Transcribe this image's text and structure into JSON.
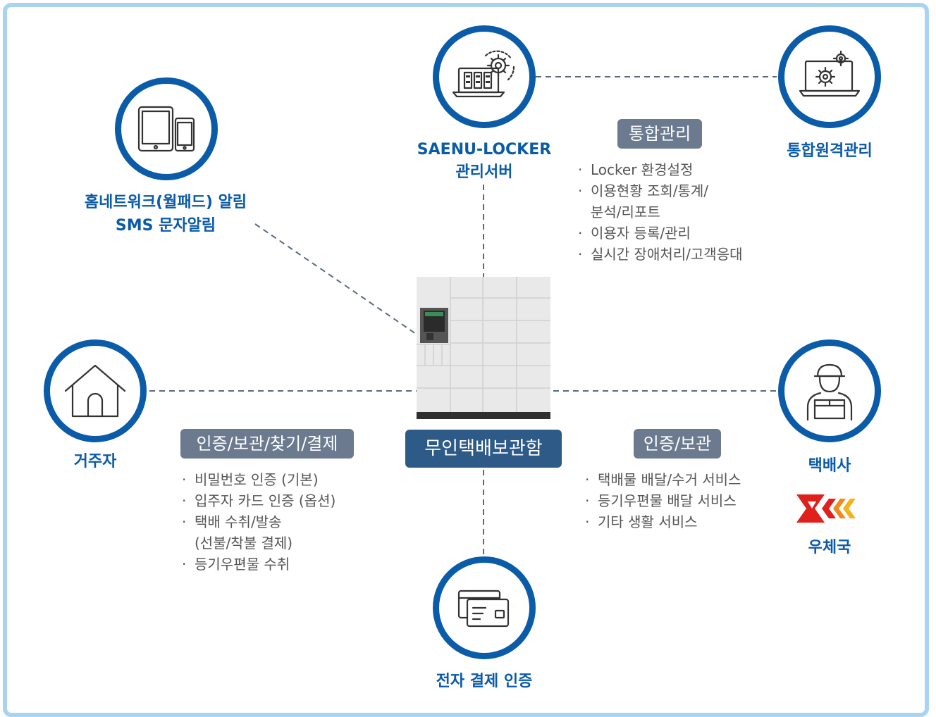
{
  "nodes": {
    "server": {
      "title": "SAENU-LOCKER",
      "subtitle": "관리서버"
    },
    "remote": {
      "title": "통합원격관리"
    },
    "homenet": {
      "line1": "홈네트워크(월패드) 알림",
      "line2": "SMS 문자알림"
    },
    "resident": {
      "title": "거주자"
    },
    "courier": {
      "title": "택배사",
      "post": "우체국"
    },
    "payment": {
      "title": "전자 결제 인증"
    }
  },
  "tags": {
    "integrated": "통합관리",
    "resident": "인증/보관/찾기/결제",
    "main": "무인택배보관함",
    "courier": "인증/보관"
  },
  "lists": {
    "integrated": [
      {
        "text": "Locker 환경설정",
        "bullet": true
      },
      {
        "text": "이용현황 조회/통계/",
        "bullet": true
      },
      {
        "text": "분석/리포트",
        "bullet": false
      },
      {
        "text": "이용자 등록/관리",
        "bullet": true
      },
      {
        "text": "실시간 장애처리/고객응대",
        "bullet": true
      }
    ],
    "resident": [
      {
        "text": "비밀번호 인증 (기본)",
        "bullet": true
      },
      {
        "text": "입주자 카드 인증 (옵션)",
        "bullet": true
      },
      {
        "text": "택배 수취/발송",
        "bullet": true
      },
      {
        "text": "(선불/착불 결제)",
        "bullet": false
      },
      {
        "text": "등기우편물 수취",
        "bullet": true
      }
    ],
    "courier": [
      {
        "text": "택배물 배달/수거 서비스",
        "bullet": true
      },
      {
        "text": "등기우편물 배달 서비스",
        "bullet": true
      },
      {
        "text": "기타 생활 서비스",
        "bullet": true
      }
    ]
  },
  "bullet_char": "·",
  "icons": [
    "laptop-server-icon",
    "laptop-gear-icon",
    "tablet-phone-icon",
    "house-icon",
    "delivery-person-icon",
    "credit-card-icon",
    "post-office-logo"
  ],
  "colors": {
    "accent": "#0a5ba8",
    "frame": "#a9d4f1",
    "tag": "#6b7a8f",
    "main_tag": "#2e5a88",
    "post": "#e0201b"
  }
}
